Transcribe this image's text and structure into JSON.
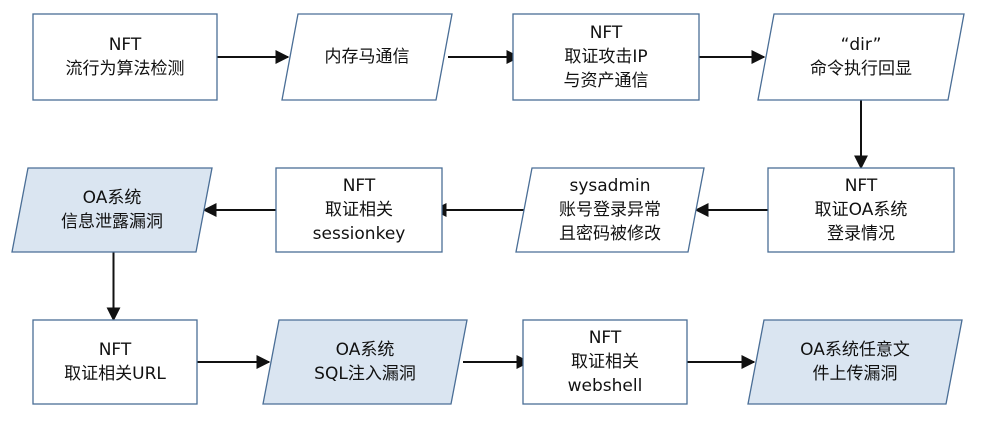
{
  "colors": {
    "stroke": "#4a6e96",
    "plain_fill": "#ffffff",
    "highlight_fill": "#dae5f1",
    "arrow": "#111111",
    "text": "#111111"
  },
  "nodes": [
    {
      "id": "nft-traffic-detect",
      "shape": "rect",
      "highlight": false,
      "lines": [
        "NFT",
        "流行为算法检测"
      ]
    },
    {
      "id": "memshell-comm",
      "shape": "parallelogram",
      "highlight": false,
      "lines": [
        "内存马通信"
      ]
    },
    {
      "id": "nft-attack-ip",
      "shape": "rect",
      "highlight": false,
      "lines": [
        "NFT",
        "取证攻击IP",
        "与资产通信"
      ]
    },
    {
      "id": "dir-cmd-echo",
      "shape": "parallelogram",
      "highlight": false,
      "lines": [
        "“dir”",
        "命令执行回显"
      ]
    },
    {
      "id": "nft-oa-login",
      "shape": "rect",
      "highlight": false,
      "lines": [
        "NFT",
        "取证OA系统",
        "登录情况"
      ]
    },
    {
      "id": "sysadmin-abnormal",
      "shape": "parallelogram",
      "highlight": false,
      "lines": [
        "sysadmin",
        "账号登录异常",
        "且密码被修改"
      ]
    },
    {
      "id": "nft-sessionkey",
      "shape": "rect",
      "highlight": false,
      "lines": [
        "NFT",
        "取证相关",
        "sessionkey"
      ]
    },
    {
      "id": "oa-info-leak",
      "shape": "parallelogram",
      "highlight": true,
      "lines": [
        "OA系统",
        "信息泄露漏洞"
      ]
    },
    {
      "id": "nft-url",
      "shape": "rect",
      "highlight": false,
      "lines": [
        "NFT",
        "取证相关URL"
      ]
    },
    {
      "id": "oa-sql-injection",
      "shape": "parallelogram",
      "highlight": true,
      "lines": [
        "OA系统",
        "SQL注入漏洞"
      ]
    },
    {
      "id": "nft-webshell",
      "shape": "rect",
      "highlight": false,
      "lines": [
        "NFT",
        "取证相关",
        "webshell"
      ]
    },
    {
      "id": "oa-file-upload",
      "shape": "parallelogram",
      "highlight": true,
      "lines": [
        "OA系统任意文",
        "件上传漏洞"
      ]
    }
  ],
  "edges": [
    {
      "from": "nft-traffic-detect",
      "to": "memshell-comm"
    },
    {
      "from": "memshell-comm",
      "to": "nft-attack-ip"
    },
    {
      "from": "nft-attack-ip",
      "to": "dir-cmd-echo"
    },
    {
      "from": "dir-cmd-echo",
      "to": "nft-oa-login"
    },
    {
      "from": "nft-oa-login",
      "to": "sysadmin-abnormal"
    },
    {
      "from": "sysadmin-abnormal",
      "to": "nft-sessionkey"
    },
    {
      "from": "nft-sessionkey",
      "to": "oa-info-leak"
    },
    {
      "from": "oa-info-leak",
      "to": "nft-url"
    },
    {
      "from": "nft-url",
      "to": "oa-sql-injection"
    },
    {
      "from": "oa-sql-injection",
      "to": "nft-webshell"
    },
    {
      "from": "nft-webshell",
      "to": "oa-file-upload"
    }
  ]
}
